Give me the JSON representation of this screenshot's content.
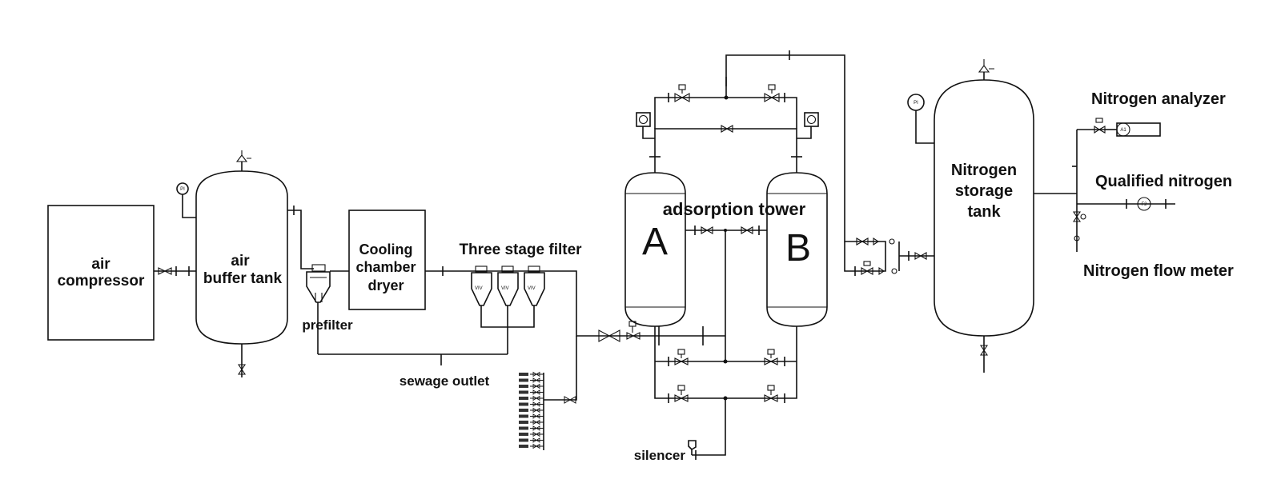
{
  "labels": {
    "air_compressor": [
      "air",
      "compressor"
    ],
    "air_buffer_tank": [
      "air",
      "buffer tank"
    ],
    "prefilter": "prefilter",
    "cooling_dryer": [
      "Cooling",
      "chamber",
      "dryer"
    ],
    "three_stage_filter": "Three stage filter",
    "sewage_outlet": "sewage outlet",
    "adsorption_tower": "adsorption tower",
    "tower_a": "A",
    "tower_b": "B",
    "silencer": "silencer",
    "nitrogen_storage_tank": [
      "Nitrogen",
      "storage",
      "tank"
    ],
    "nitrogen_analyzer": "Nitrogen analyzer",
    "qualified_nitrogen": "Qualified nitrogen",
    "nitrogen_flow_meter": "Nitrogen flow meter"
  },
  "instrument_tags": {
    "pressure_gauge": "PI",
    "analyzer": "A1",
    "flow_meter": "F2"
  }
}
